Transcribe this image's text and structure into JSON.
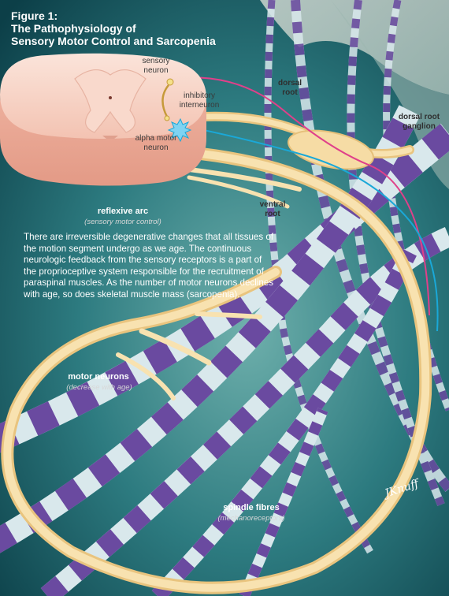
{
  "figure": {
    "title_line1": "Figure 1:",
    "title_line2": "The Pathophysiology of",
    "title_line3": "Sensory Motor Control and Sarcopenia"
  },
  "labels": {
    "sensory_neuron": [
      "sensory",
      "neuron"
    ],
    "inhibitory_interneuron": [
      "inhibitory",
      "interneuron"
    ],
    "alpha_motor_neuron": [
      "alpha motor",
      "neuron"
    ],
    "dorsal_root": [
      "dorsal",
      "root"
    ],
    "dorsal_root_ganglion": [
      "dorsal root",
      "ganglion"
    ],
    "ventral_root": [
      "ventral",
      "root"
    ],
    "reflexive_arc": "reflexive arc",
    "reflexive_arc_sub": "(sensory motor control)",
    "motor_neurons": "motor neurons",
    "motor_neurons_sub": "(decrease with age)",
    "spindle_fibres": "spindle fibres",
    "spindle_fibres_sub": "(mechanoreceptors)"
  },
  "body_text": "There are irreversible degenerative changes that all tissues of the motion segment undergo as we age. The continuous neurologic feedback from the sensory receptors is a part of the proprioceptive system responsible for the recruitment of paraspinal muscles. As the number of motor neurons declines with age, so does skeletal muscle mass (sarcopenia).",
  "signature": "JKnuff",
  "colors": {
    "background_dark": "#0f4a52",
    "background_light": "#5f9ea0",
    "fibre_purple": "#6a4aa0",
    "fibre_white": "#d9e8ec",
    "nerve": "#f3d79a",
    "spinal_cord": "#f6c7b8",
    "sensory_line": "#e0408a",
    "motor_line": "#1aa8d8"
  }
}
